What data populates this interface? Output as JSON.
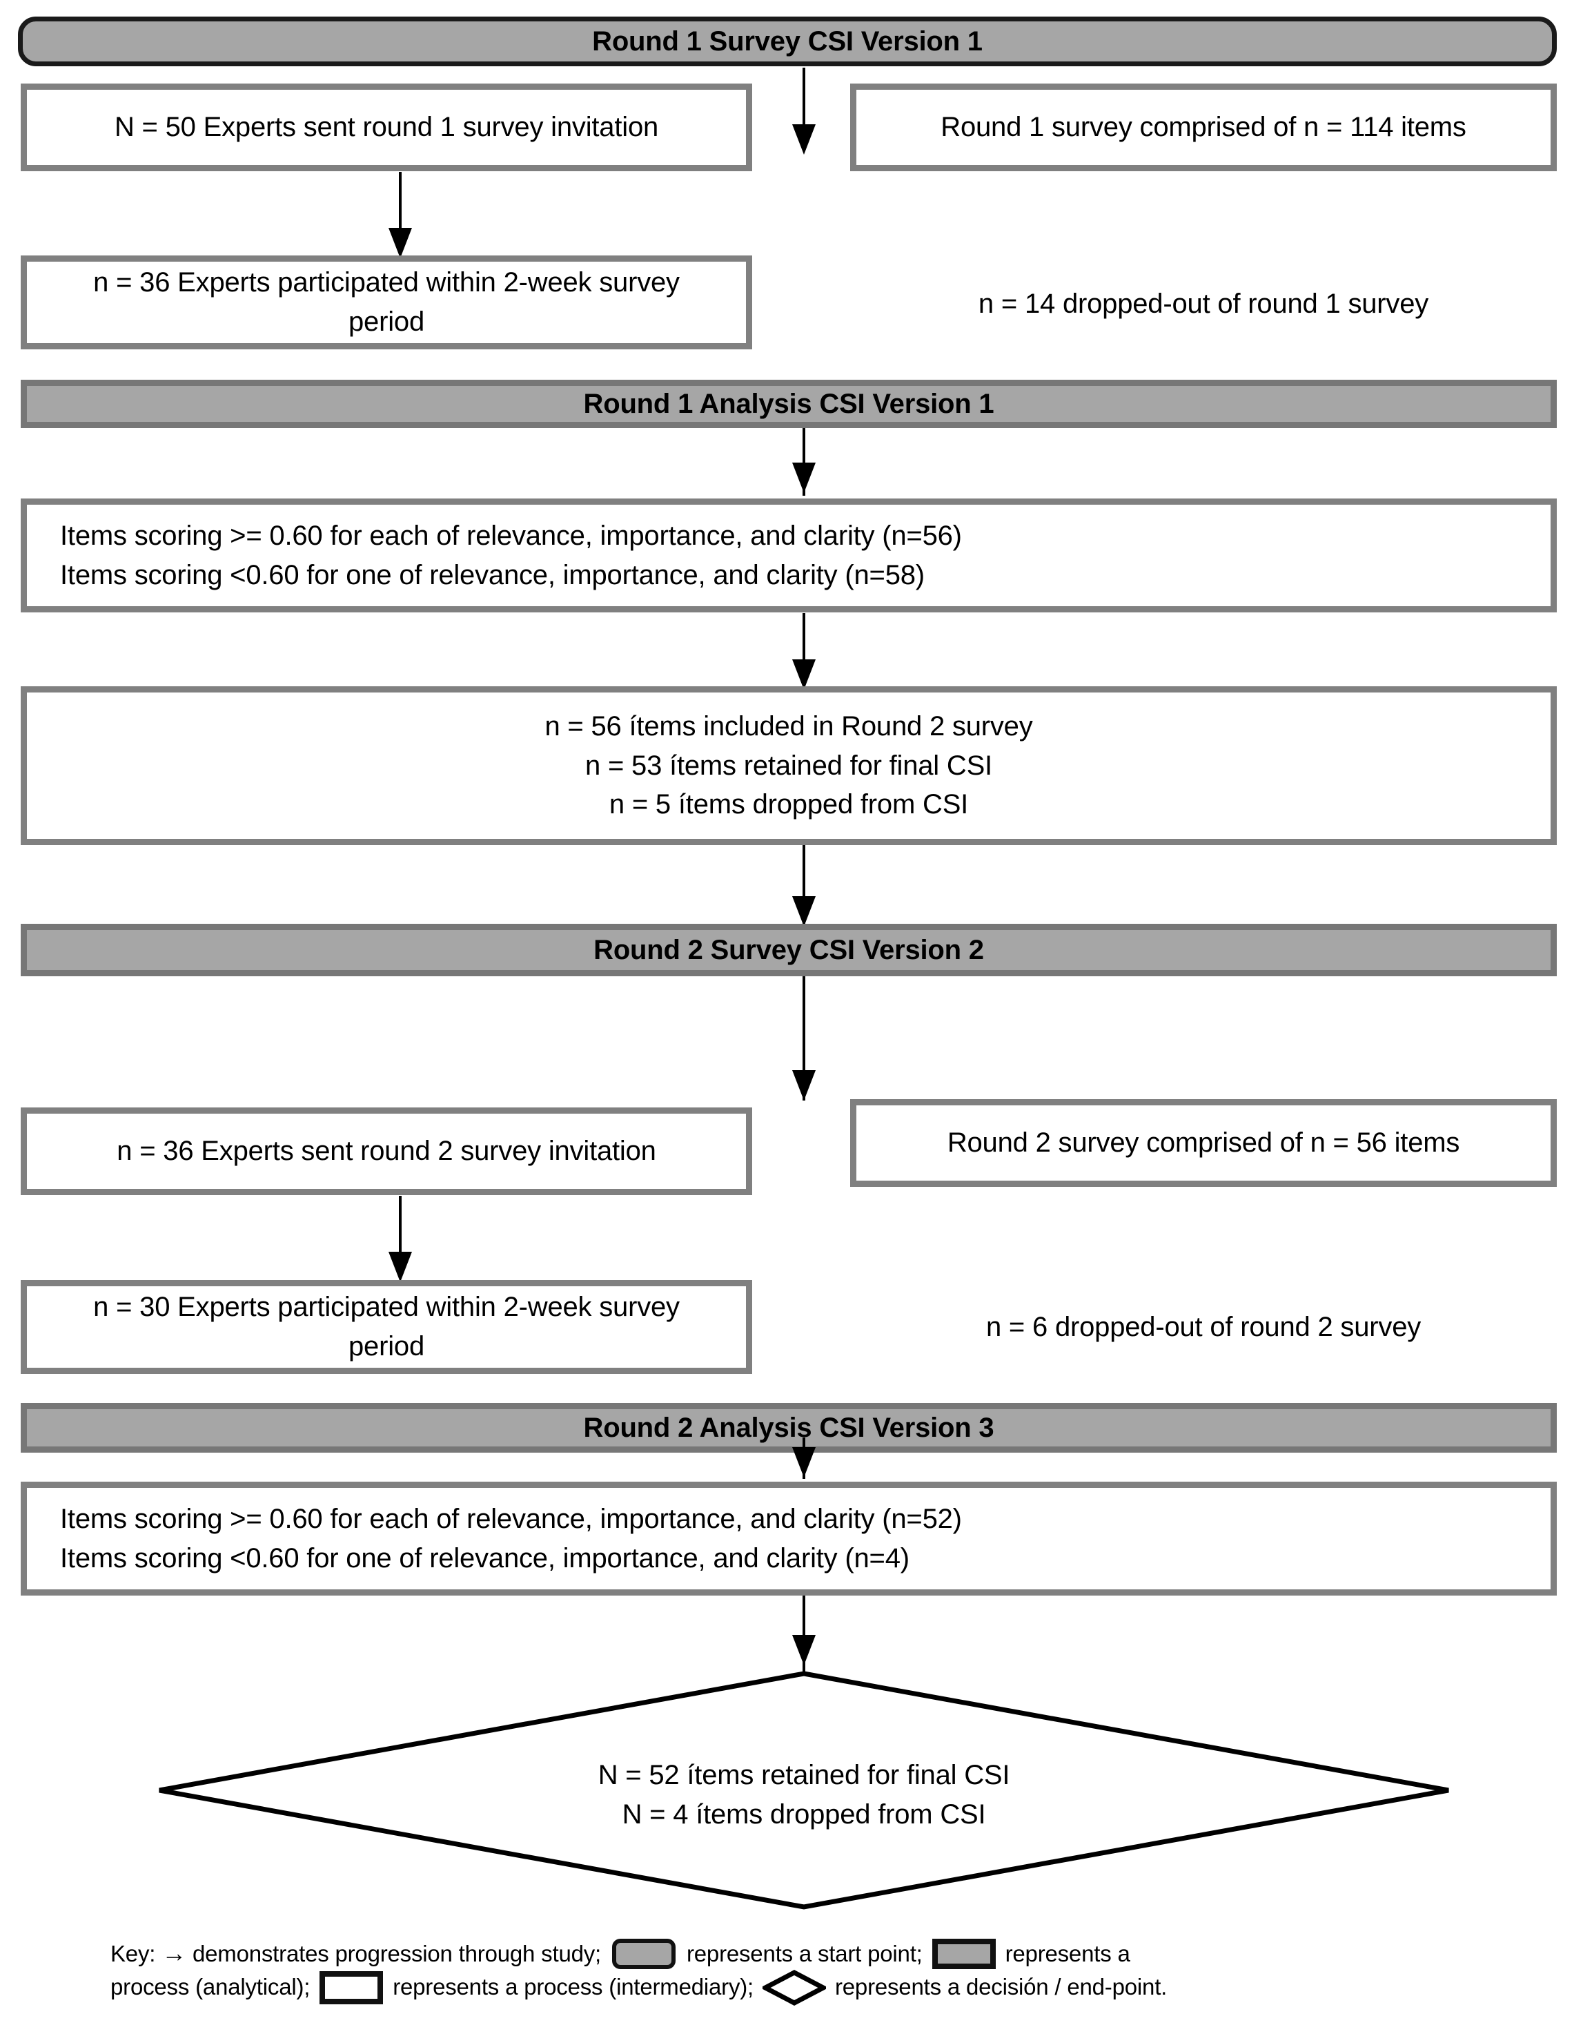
{
  "figure": {
    "type": "flowchart",
    "title": "Delphi survey CSI development flow diagram"
  },
  "nodes": {
    "round1_survey_header": {
      "label": "Round 1 Survey CSI Version 1",
      "shape": "start-point",
      "fill": "#a6a6a6",
      "border": "#1a1a1a"
    },
    "round1_invited": {
      "label": "N = 50 Experts sent round 1 survey invitation",
      "shape": "process-intermediary"
    },
    "round1_items": {
      "label": "Round 1 survey comprised of n = 114 items",
      "shape": "process-intermediary"
    },
    "round1_participated": {
      "label": "n = 36 Experts participated within 2-week survey period",
      "shape": "process-intermediary"
    },
    "round1_dropout": {
      "label": "n = 14 dropped-out of round 1 survey",
      "shape": "plain-text"
    },
    "round1_analysis_header": {
      "label": "Round 1 Analysis CSI Version 1",
      "shape": "process-analytical",
      "fill": "#a6a6a6",
      "border": "#777777"
    },
    "round1_scoring": {
      "shape": "process-intermediary",
      "lines": [
        "Items scoring >= 0.60 for each of relevance, importance, and clarity (n=56)",
        "Items scoring <0.60 for one of relevance, importance, and clarity (n=58)"
      ]
    },
    "round1_outcome": {
      "shape": "process-intermediary",
      "lines": [
        "n = 56 ítems included in Round 2 survey",
        "n = 53 ítems retained for final CSI",
        "n = 5 ítems dropped from CSI"
      ]
    },
    "round2_survey_header": {
      "label": "Round 2 Survey CSI Version 2",
      "shape": "process-analytical",
      "fill": "#a6a6a6",
      "border": "#777777"
    },
    "round2_invited": {
      "label": "n = 36 Experts sent round 2 survey invitation",
      "shape": "process-intermediary"
    },
    "round2_items": {
      "label": "Round 2 survey comprised of n = 56 items",
      "shape": "process-intermediary"
    },
    "round2_participated": {
      "label": "n = 30 Experts participated within 2-week survey period",
      "shape": "process-intermediary"
    },
    "round2_dropout": {
      "label": "n = 6 dropped-out of round 2 survey",
      "shape": "plain-text"
    },
    "round2_analysis_header": {
      "label": "Round 2 Analysis CSI Version 3",
      "shape": "process-analytical",
      "fill": "#a6a6a6",
      "border": "#777777"
    },
    "round2_scoring": {
      "shape": "process-intermediary",
      "lines": [
        "Items scoring >= 0.60 for each of relevance, importance, and clarity (n=52)",
        "Items scoring <0.60 for one of relevance, importance, and clarity (n=4)"
      ]
    },
    "final_decision": {
      "shape": "decision-diamond",
      "lines": [
        "N = 52 ítems retained for final CSI",
        "N = 4 ítems dropped from CSI"
      ]
    }
  },
  "key": {
    "prefix": "Key:",
    "arrow_glyph": "→",
    "segment_arrow": "demonstrates progression through study;",
    "segment_start": "represents a start point;",
    "segment_analytical_a": "represents a",
    "segment_analytical_b": "process (analytical);",
    "segment_intermediary": "represents a process (intermediary);",
    "segment_decision": "represents a decisión / end-point."
  }
}
